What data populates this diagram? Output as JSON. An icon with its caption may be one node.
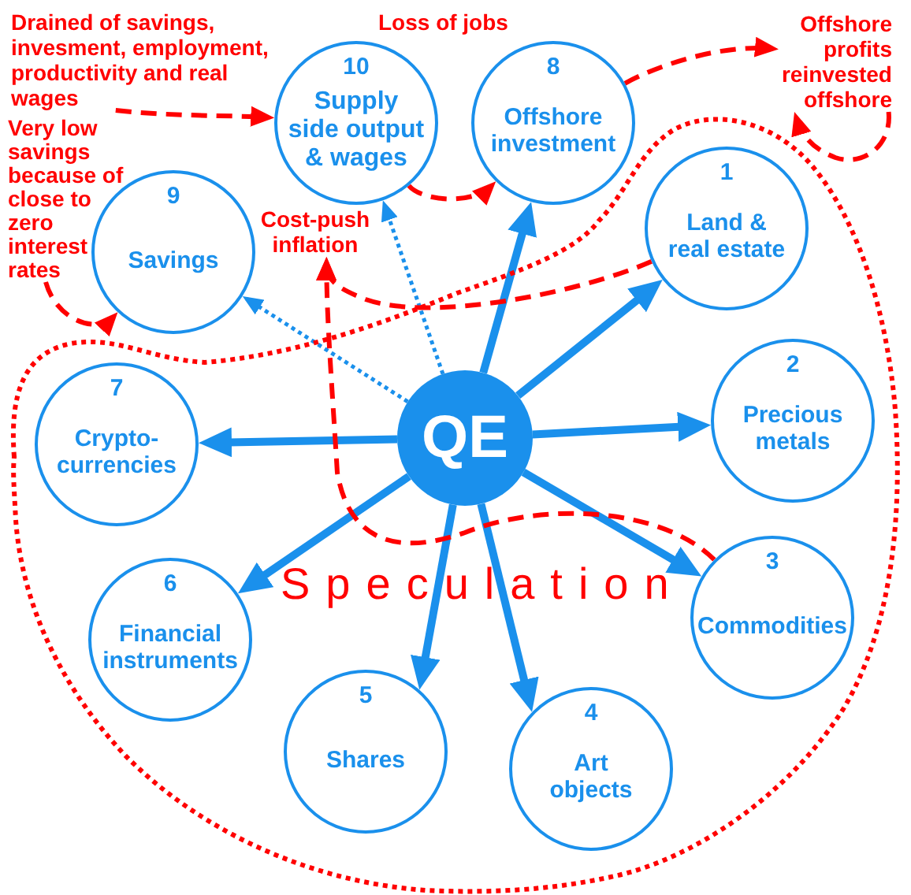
{
  "diagram": {
    "nodes": [
      {
        "text": [
          "Drained of savings, invesment, employment, productivity and real wages"
        ]
      },
      {
        "text": [
          "10",
          "Supply side output & wages"
        ]
      },
      {
        "text": [
          "8",
          "Offshore investment"
        ]
      },
      {
        "text": [
          "Offshore profits reinvested offshore"
        ]
      },
      {
        "text": [
          "Very low savings because of close to zero interest rates"
        ]
      },
      {
        "text": [
          "9",
          "Savings"
        ]
      },
      {
        "text": [
          "Cost-push inflation"
        ]
      },
      {
        "text": [
          "Speculation"
        ]
      },
      {
        "text": [
          "1",
          "Land & real estate"
        ],
        "in": 7
      },
      {
        "text": [
          "7",
          "Crypto-currencies"
        ],
        "in": 7
      },
      {
        "text": [
          "QE"
        ],
        "in": 7
      },
      {
        "text": [
          "2",
          "Precious metals"
        ],
        "in": 7
      },
      {
        "text": [
          "6",
          "Financial instruments"
        ],
        "in": 7
      },
      {
        "text": [
          "3",
          "Commodities"
        ],
        "in": 7
      },
      {
        "text": [
          "5",
          "Shares"
        ],
        "in": 7
      },
      {
        "text": [
          "4",
          "Art objects"
        ],
        "in": 7
      }
    ],
    "edges": [
      {
        "from": 10,
        "to": 8,
        "arrow": "to"
      },
      {
        "from": 10,
        "to": 11,
        "arrow": "to"
      },
      {
        "from": 10,
        "to": 13,
        "arrow": "to"
      },
      {
        "from": 10,
        "to": 15,
        "arrow": "to"
      },
      {
        "from": 10,
        "to": 14,
        "arrow": "to"
      },
      {
        "from": 10,
        "to": 12,
        "arrow": "to"
      },
      {
        "from": 10,
        "to": 9,
        "arrow": "to"
      },
      {
        "from": 10,
        "to": 2,
        "arrow": "to"
      },
      {
        "from": 10,
        "to": 1,
        "arrow": "to",
        "style": "dashed"
      },
      {
        "from": 10,
        "to": 5,
        "arrow": "to",
        "style": "dashed"
      },
      {
        "from": 0,
        "to": 1,
        "arrow": "to",
        "style": "dashed",
        "color": "#ff0000"
      },
      {
        "from": 1,
        "to": 2,
        "arrow": "to",
        "style": "dashed",
        "color": "#ff0000"
      },
      {
        "from": 2,
        "to": 3,
        "arrow": "to",
        "style": "dashed",
        "color": "#ff0000"
      },
      {
        "from": 3,
        "to": 3,
        "arrow": "to",
        "style": "dashed",
        "color": "#ff0000"
      },
      {
        "from": 4,
        "to": 5,
        "arrow": "to",
        "style": "dashed",
        "color": "#ff0000"
      },
      {
        "from": 13,
        "to": 6,
        "arrow": "to",
        "style": "dashed",
        "color": "#ff0000"
      },
      {
        "from": 8,
        "to": 6,
        "arrow": "to",
        "style": "dashed",
        "color": "#ff0000"
      }
    ],
    "labels": [
      "Loss of jobs"
    ]
  }
}
